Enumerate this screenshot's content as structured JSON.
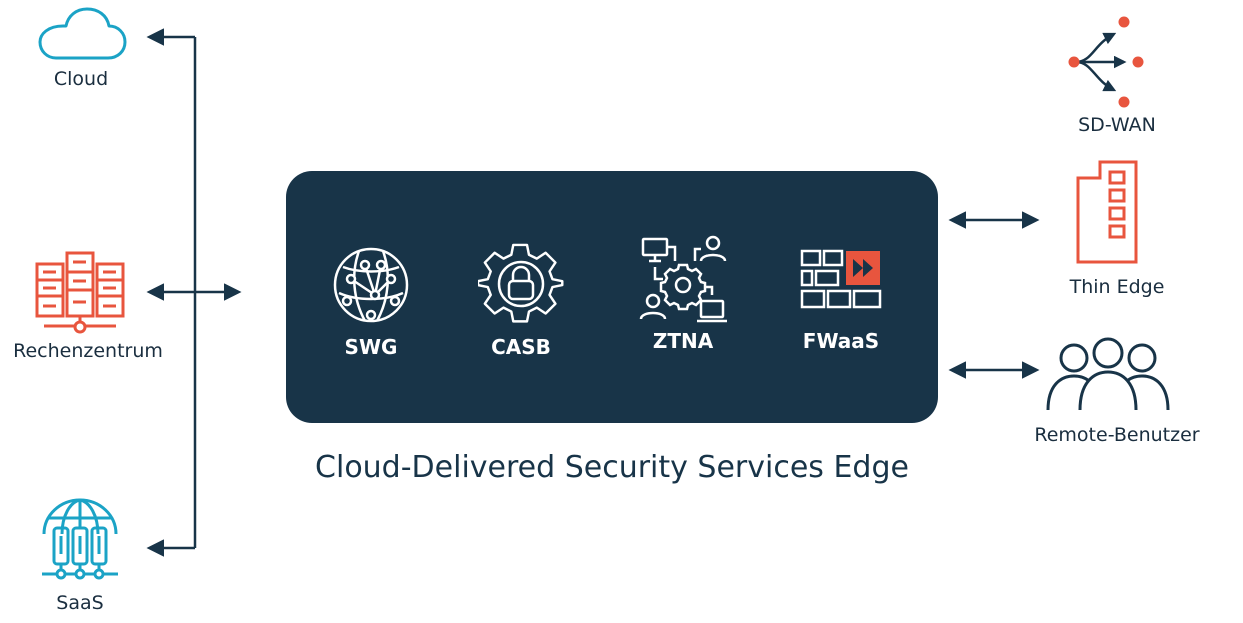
{
  "colors": {
    "navy": "#183448",
    "teal": "#1ba3c6",
    "orange": "#e8553e",
    "white": "#ffffff"
  },
  "left_nodes": {
    "cloud": {
      "label": "Cloud",
      "icon": "cloud-icon"
    },
    "datacenter": {
      "label": "Rechenzentrum",
      "icon": "server-rack-icon"
    },
    "saas": {
      "label": "SaaS",
      "icon": "globe-server-icon"
    }
  },
  "right_nodes": {
    "sdwan": {
      "label": "SD-WAN",
      "icon": "branch-arrows-icon"
    },
    "thin_edge": {
      "label": "Thin Edge",
      "icon": "building-icon"
    },
    "remote_users": {
      "label": "Remote-Benutzer",
      "icon": "user-group-icon"
    }
  },
  "services": [
    {
      "label": "SWG",
      "icon": "network-globe-icon"
    },
    {
      "label": "CASB",
      "icon": "gear-lock-icon"
    },
    {
      "label": "ZTNA",
      "icon": "zero-trust-network-icon"
    },
    {
      "label": "FWaaS",
      "icon": "firewall-icon"
    }
  ],
  "caption": "Cloud-Delivered Security Services Edge"
}
